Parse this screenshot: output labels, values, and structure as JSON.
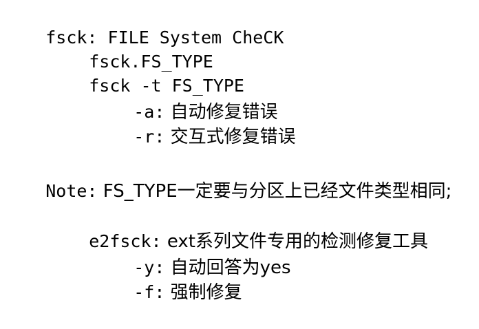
{
  "lines": {
    "l1": {
      "code": "fsck:",
      "text": " FILE System CheCK"
    },
    "l2": {
      "code": "fsck.FS_TYPE"
    },
    "l3": {
      "code": "fsck -t FS_TYPE"
    },
    "l4": {
      "code": "-a:",
      "text": " 自动修复错误"
    },
    "l5": {
      "code": "-r:",
      "text": " 交互式修复错误"
    },
    "l6": {
      "code": "Note:",
      "text": " FS_TYPE一定要与分区上已经文件类型相同;"
    },
    "l7": {
      "code": "e2fsck:",
      "text": " ext系列文件专用的检测修复工具"
    },
    "l8": {
      "code": "-y:",
      "text": " 自动回答为yes"
    },
    "l9": {
      "code": "-f:",
      "text": " 强制修复"
    }
  }
}
